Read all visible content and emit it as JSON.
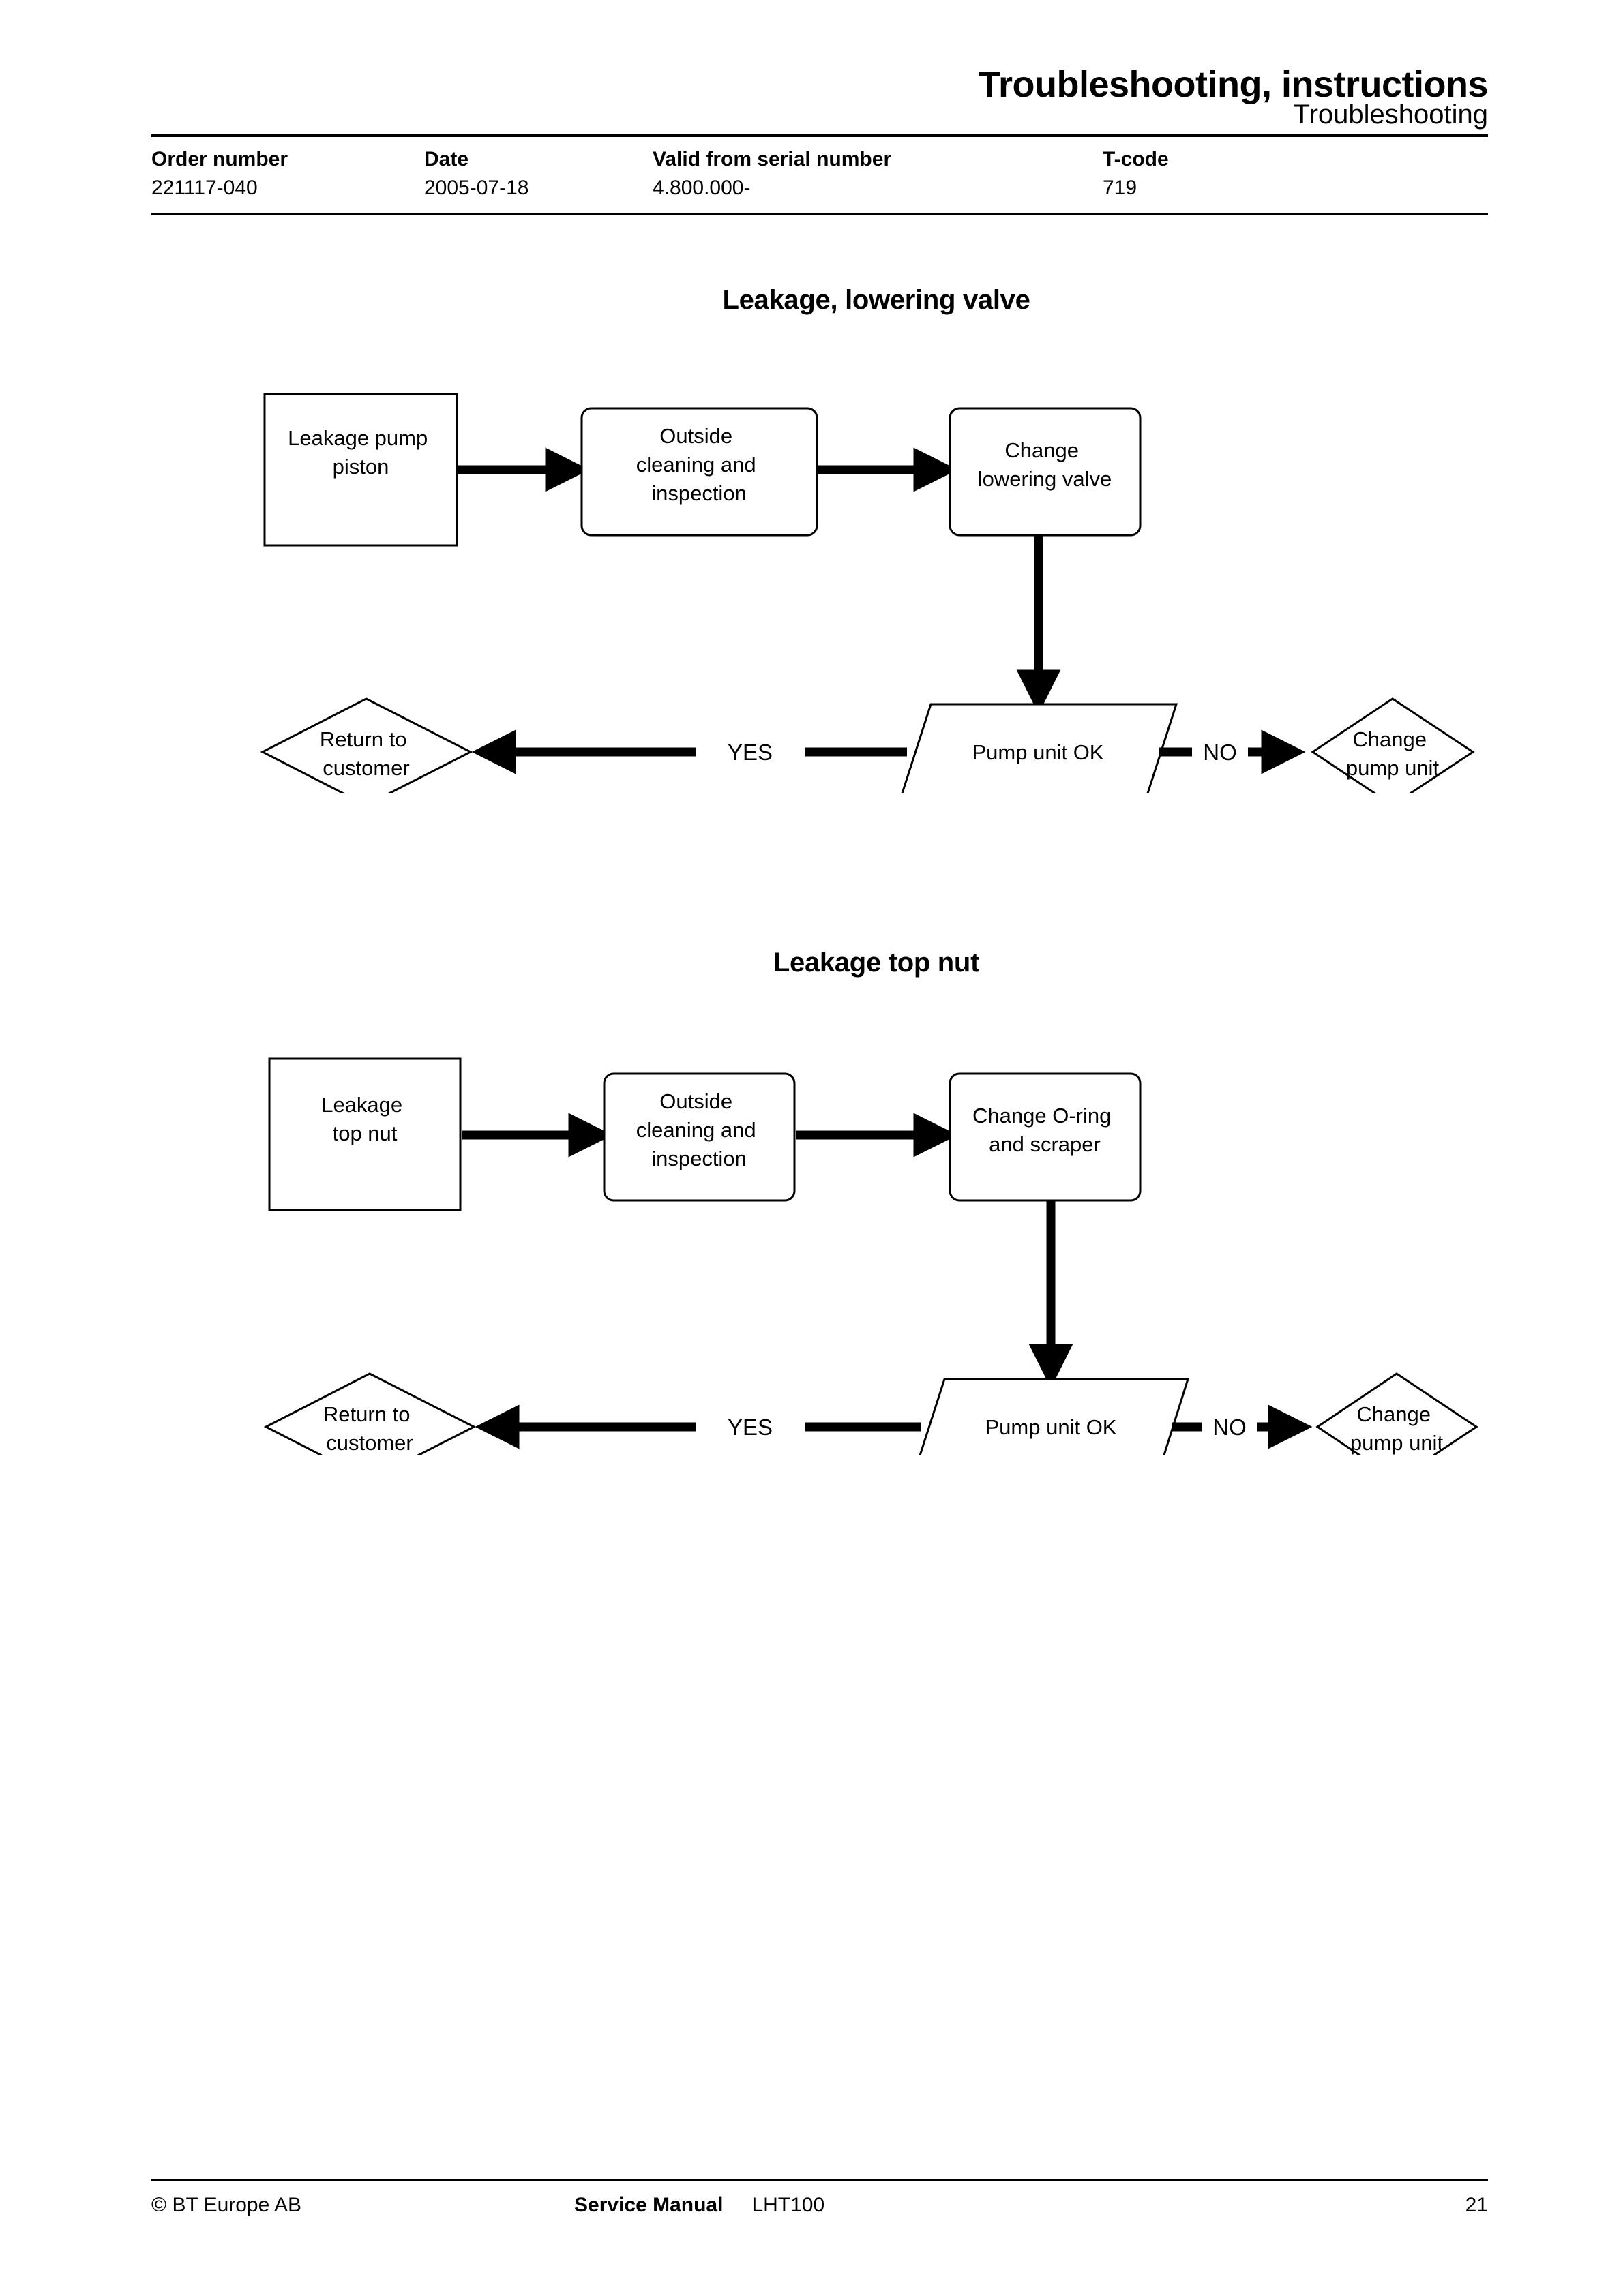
{
  "header": {
    "title": "Troubleshooting, instructions",
    "subtitle": "Troubleshooting",
    "meta_columns": [
      {
        "label": "Order number",
        "value": "221117-040"
      },
      {
        "label": "Date",
        "value": "2005-07-18"
      },
      {
        "label": "Valid from serial number",
        "value": "4.800.000-"
      },
      {
        "label": "T-code",
        "value": "719"
      }
    ]
  },
  "charts": [
    {
      "title": "Leakage, lowering valve",
      "nodes": {
        "start": "Leakage pump piston",
        "step1": "Outside cleaning and inspection",
        "step2": "Change lowering valve",
        "decision": "Pump unit OK",
        "yes_target": "Return to customer",
        "no_target": "Change pump unit"
      },
      "edge_labels": {
        "yes": "YES",
        "no": "NO"
      }
    },
    {
      "title": "Leakage top nut",
      "nodes": {
        "start": "Leakage top nut",
        "step1": "Outside cleaning and inspection",
        "step2": "Change O-ring and scraper",
        "decision": "Pump unit OK",
        "yes_target": "Return to customer",
        "no_target": "Change pump unit"
      },
      "edge_labels": {
        "yes": "YES",
        "no": "NO"
      }
    }
  ],
  "footer": {
    "copyright": "© BT Europe AB",
    "manual": "Service Manual",
    "model": "LHT100",
    "page": "21"
  }
}
